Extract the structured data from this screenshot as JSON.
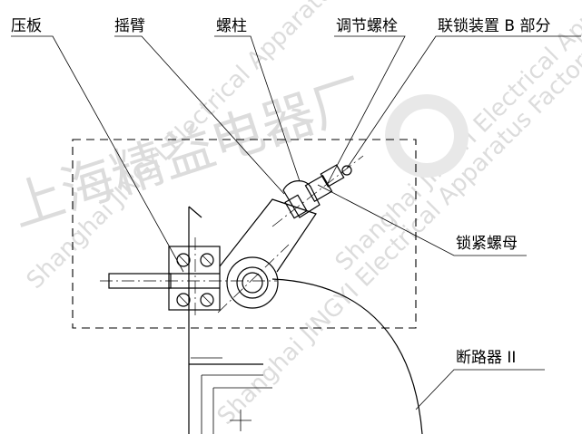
{
  "labels": {
    "pressure_plate": "压板",
    "rocker_arm": "摇臂",
    "stud": "螺柱",
    "adjusting_bolt": "调节螺栓",
    "interlock_b": "联锁装置 B 部分",
    "lock_nut": "锁紧螺母",
    "circuit_breaker": "断路器 II"
  },
  "watermark": {
    "cn": "上海精益电器厂",
    "en_1": "Shanghai JINGYI Electrical Apparatus Factory Co., Ltd",
    "en_2": "Shanghai JINGYI Electrical Apparatus Factory Co., Ltd",
    "en_3": "Shanghai JINGYI Electrical Apparatus Factory Co., Ltd"
  }
}
